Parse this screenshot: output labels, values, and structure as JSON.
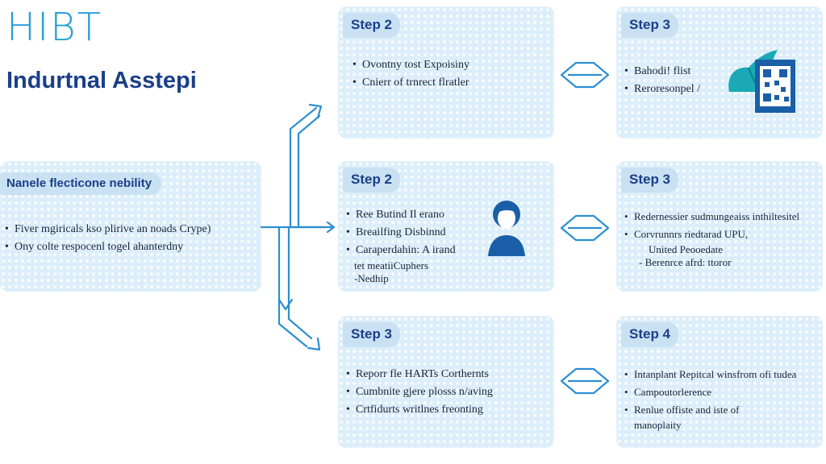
{
  "header": {
    "logo": "HIBT",
    "subtitle": "Indurtnal Asstepi"
  },
  "left_panel": {
    "title": "Nanele flecticone nebility",
    "items": [
      "Fiver mgiricals kso plirive an noads Crype)",
      "Ony colte respocenl togel ahanterdny"
    ]
  },
  "panels": [
    {
      "tag": "Step 2",
      "items": [
        "Ovontny tost Expoisiny",
        "Cnierr of trnrect flratler"
      ]
    },
    {
      "tag": "Step 3",
      "items": [
        "Bahodi! flist",
        "Reroresonpel /"
      ]
    },
    {
      "tag": "Step 2",
      "items": [
        "Ree Butind Il erano",
        "Breailfing Disbinnd",
        "Caraperdahin: A irand"
      ],
      "subitems": [
        "tet meatiiCuphers",
        "-Nedhip"
      ]
    },
    {
      "tag": "Step 3",
      "items": [
        "Redernessier sudmungeaiss inthiltesitel",
        "Corvrunnrs riedtarad UPU,"
      ],
      "subitems": [
        "United Peooedate",
        "- Berenrce afrd: ttoror"
      ]
    },
    {
      "tag": "Step 3",
      "items": [
        "Reporr fle HARTs Corthernts",
        "Cumbnite gjere plosss n/aving",
        "Crtfidurts writlnes freonting"
      ]
    },
    {
      "tag": "Step 4",
      "items": [
        "Intanplant Repitcal winsfrom ofi tudea",
        "Campoutorlerence",
        "Renlue offiste and iste of"
      ],
      "continuation": "manoplaity"
    }
  ],
  "colors": {
    "panel_bg": "#dbeefa",
    "tag_bg": "#c9e1f3",
    "heading": "#1b3f88",
    "logo": "#2a9fd6",
    "arrow": "#2c8fd0",
    "icon": "#1a5ea8",
    "icon_accent": "#1aa9b5"
  },
  "icons": [
    "arrow-bracket-icon",
    "double-arrow-icon",
    "person-icon",
    "document-qr-icon"
  ]
}
